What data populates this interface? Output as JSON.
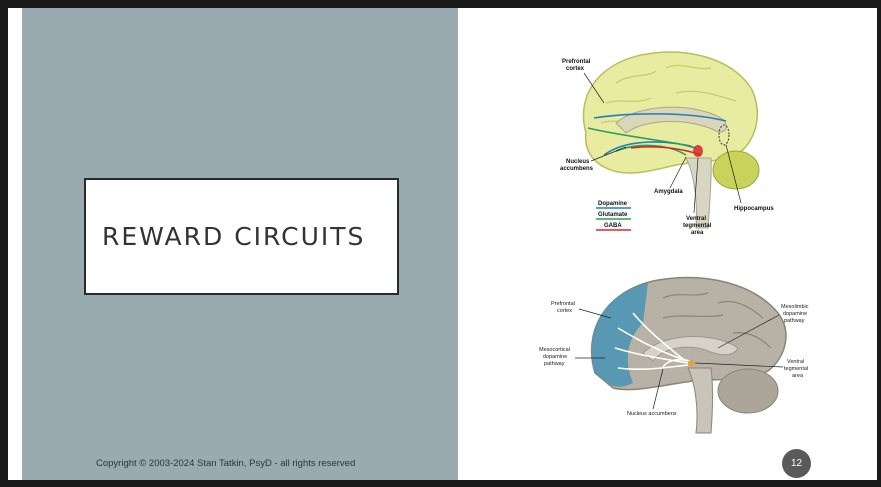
{
  "slide": {
    "title": "REWARD CIRCUITS",
    "copyright": "Copyright © 2003-2024 Stan Tatkin, PsyD - all rights reserved",
    "page_number": "12"
  },
  "diagram_top": {
    "labels": {
      "prefrontal_line1": "Prefrontal",
      "prefrontal_line2": "cortex",
      "nucleus_line1": "Nucleus",
      "nucleus_line2": "accumbens",
      "amygdala": "Amygdala",
      "ventral_line1": "Ventral",
      "ventral_line2": "tegmental",
      "ventral_line3": "area",
      "hippocampus": "Hippocampus"
    },
    "legend": [
      {
        "name": "Dopamine",
        "color": "#1f7ec4"
      },
      {
        "name": "Glutamate",
        "color": "#2a9d5b"
      },
      {
        "name": "GABA",
        "color": "#d62828"
      }
    ]
  },
  "diagram_bottom": {
    "labels": {
      "prefrontal_line1": "Prefrontal",
      "prefrontal_line2": "cortex",
      "mesolimbic_line1": "Mesolimbic",
      "mesolimbic_line2": "dopamine",
      "mesolimbic_line3": "pathway",
      "mesocortical_line1": "Mesocortical",
      "mesocortical_line2": "dopamine",
      "mesocortical_line3": "pathway",
      "ventral_line1": "Ventral",
      "ventral_line2": "tegmental",
      "ventral_line3": "area",
      "nucleus": "Nucleus accumbens"
    }
  }
}
